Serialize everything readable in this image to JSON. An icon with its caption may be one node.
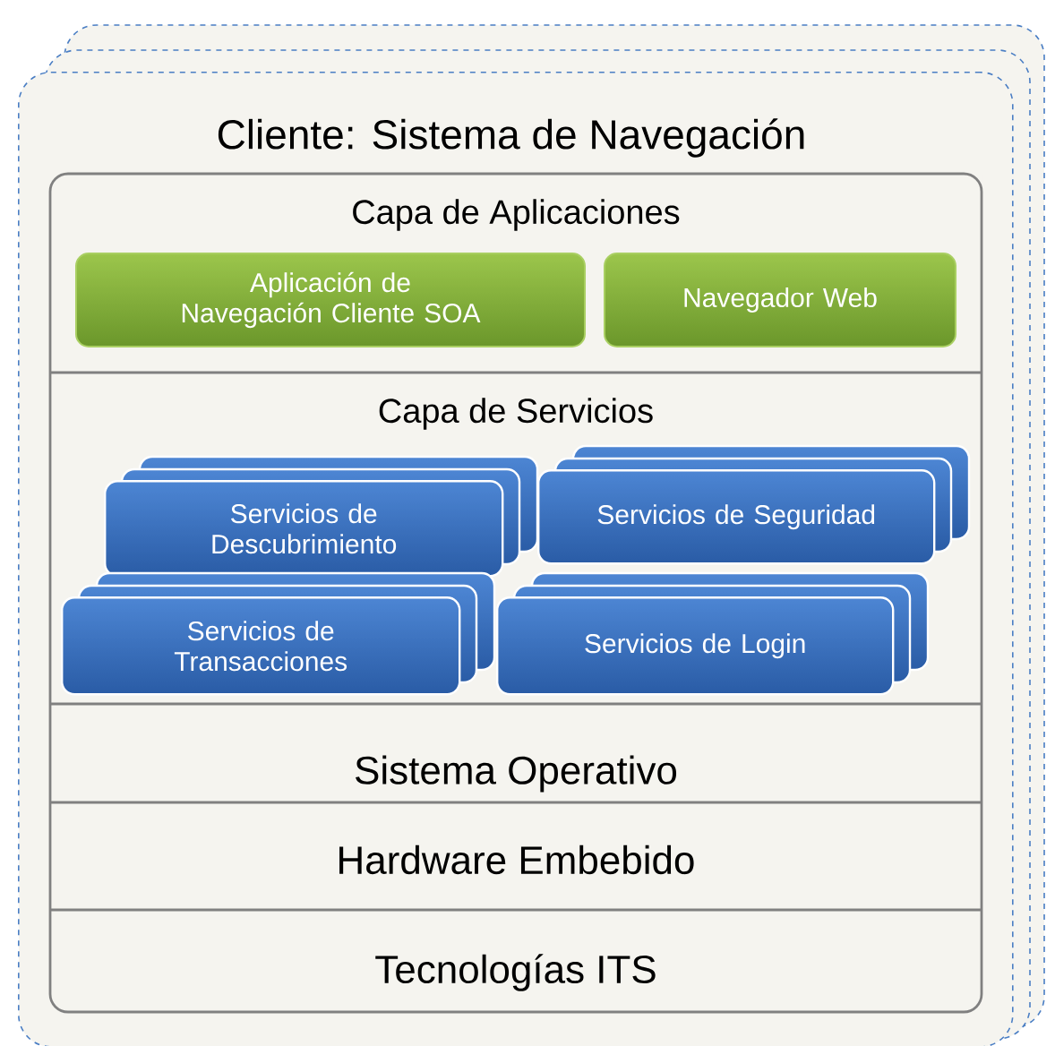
{
  "diagram": {
    "nodes": [
      {
        "text": [
          "Cliente: Sistema de Navegación"
        ]
      },
      {
        "text": [
          "Capa de Aplicaciones"
        ],
        "in": 0
      },
      {
        "text": [
          "Aplicación de Navegación Cliente SOA"
        ],
        "in": 1
      },
      {
        "text": [
          "Navegador Web"
        ],
        "in": 1
      },
      {
        "text": [
          "Capa de Servicios"
        ],
        "in": 0
      },
      {
        "text": [
          "Servicios de Descubrimiento"
        ],
        "in": 4
      },
      {
        "text": [
          "Servicios de Seguridad"
        ],
        "in": 4
      },
      {
        "text": [
          "Servicios de Transacciones"
        ],
        "in": 4
      },
      {
        "text": [
          "Servicios de Login"
        ],
        "in": 4
      },
      {
        "text": [
          "Sistema Operativo"
        ],
        "in": 0
      },
      {
        "text": [
          "Hardware Embebido"
        ],
        "in": 0
      },
      {
        "text": [
          "Tecnologías ITS"
        ],
        "in": 0
      }
    ]
  }
}
